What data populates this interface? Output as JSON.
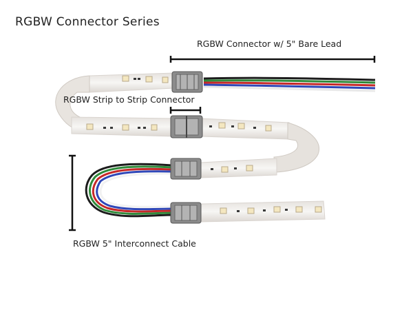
{
  "title": "RGBW Connector Series",
  "labels": {
    "bare_lead": "RGBW Connector w/ 5\" Bare Lead",
    "strip_to_strip": "RGBW Strip to Strip Connector",
    "interconnect": "RGBW 5\" Interconnect Cable"
  },
  "colors": {
    "strip": "#f1efed",
    "strip_edge": "#d9d4cf",
    "connector_body": "#8c8c8c",
    "wire_black": "#1c1c1c",
    "wire_green": "#2f8a3a",
    "wire_red": "#c62828",
    "wire_blue": "#2f47b8",
    "wire_white": "#f5f5f5"
  }
}
